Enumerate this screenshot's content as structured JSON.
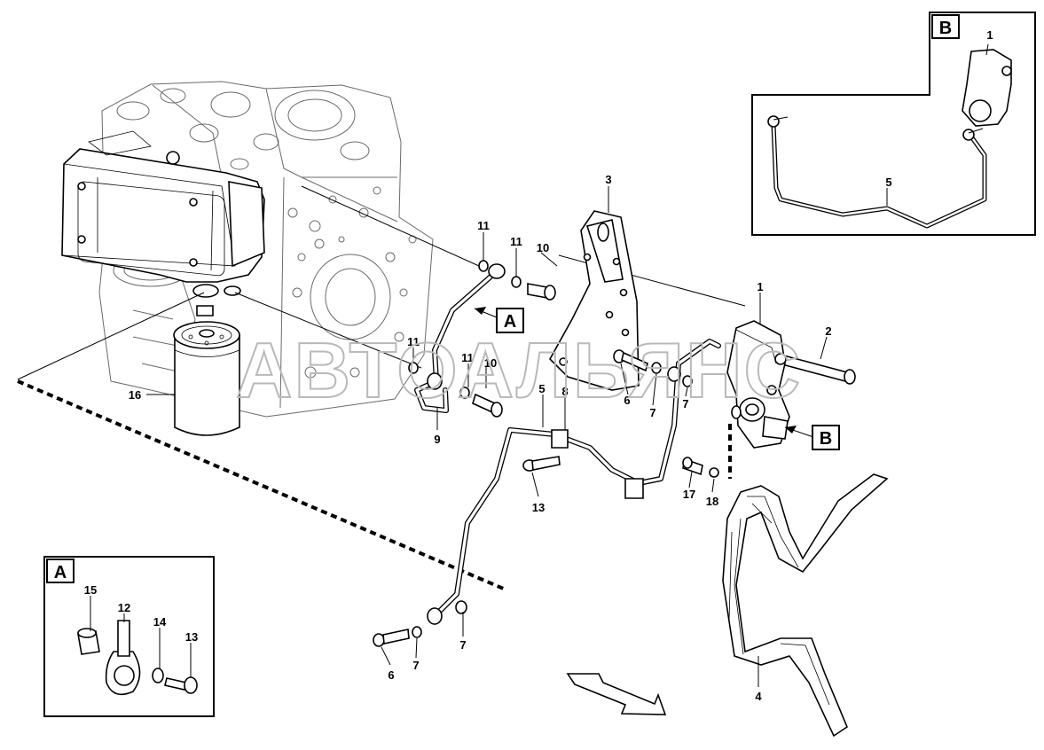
{
  "watermark": "АВТОАЛЬЯНС",
  "detail_box_a": {
    "title": "A",
    "callouts": [
      "15",
      "12",
      "14",
      "13"
    ]
  },
  "detail_box_b": {
    "title": "B",
    "callouts": [
      "1",
      "5"
    ]
  },
  "view_markers": {
    "a": "A",
    "b": "B"
  },
  "callouts": {
    "c1": "1",
    "c2": "2",
    "c3": "3",
    "c4": "4",
    "c5": "5",
    "c8": "8",
    "c9": "9",
    "c10a": "10",
    "c10b": "10",
    "c11a": "11",
    "c11b": "11",
    "c11c": "11",
    "c11d": "11",
    "c6a": "6",
    "c6b": "6",
    "c7a": "7",
    "c7b": "7",
    "c7c": "7",
    "c7d": "7",
    "c13": "13",
    "c16": "16",
    "c17": "17",
    "c18": "18"
  }
}
